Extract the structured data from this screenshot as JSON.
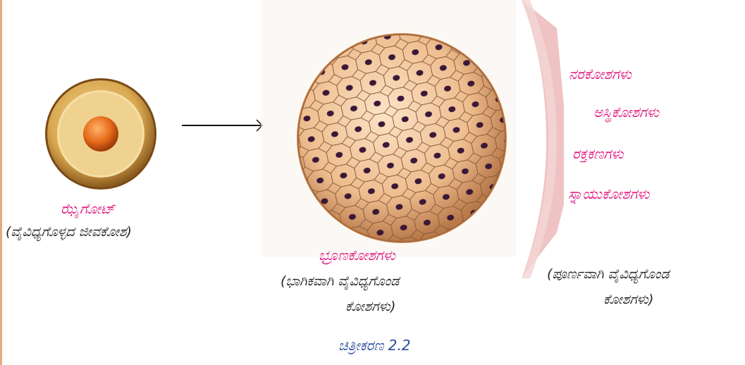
{
  "zygote": {
    "name": "ಝೈಗೋಟ್",
    "description": "(ವೈವಿಧ್ಯಗೊಳ್ಳದ ಜೀವಕೋಶ)"
  },
  "embryo": {
    "name": "ಭ್ರೂಣಕೋಶಗಳು",
    "description_line1": "(ಭಾಗಿಕವಾಗಿ ವೈವಿಧ್ಯಗೊಂಡ",
    "description_line2": "ಕೋಶಗಳು)"
  },
  "specialized": {
    "items": [
      "ನರಕೋಶಗಳು",
      "ಅಸ್ಥಿಕೋಶಗಳು",
      "ರಕ್ತಕಣಗಳು",
      "ಸ್ನಾಯುಕೋಶಗಳು"
    ],
    "description_line1": "(ಪೂರ್ಣವಾಗಿ ವೈವಿಧ್ಯಗೊಂಡ",
    "description_line2": "ಕೋಶಗಳು)"
  },
  "caption": "ಚಿತ್ರೀಕರಣ 2.2",
  "colors": {
    "label_pink": "#e0157d",
    "caption_blue": "#2b4c9a",
    "chevron": "#efc3c4",
    "zygote_ring": "#d9a850",
    "nucleus": "#e66a1a",
    "cell_fill": "#f2c79c",
    "cell_nucleus": "#3b1838"
  }
}
